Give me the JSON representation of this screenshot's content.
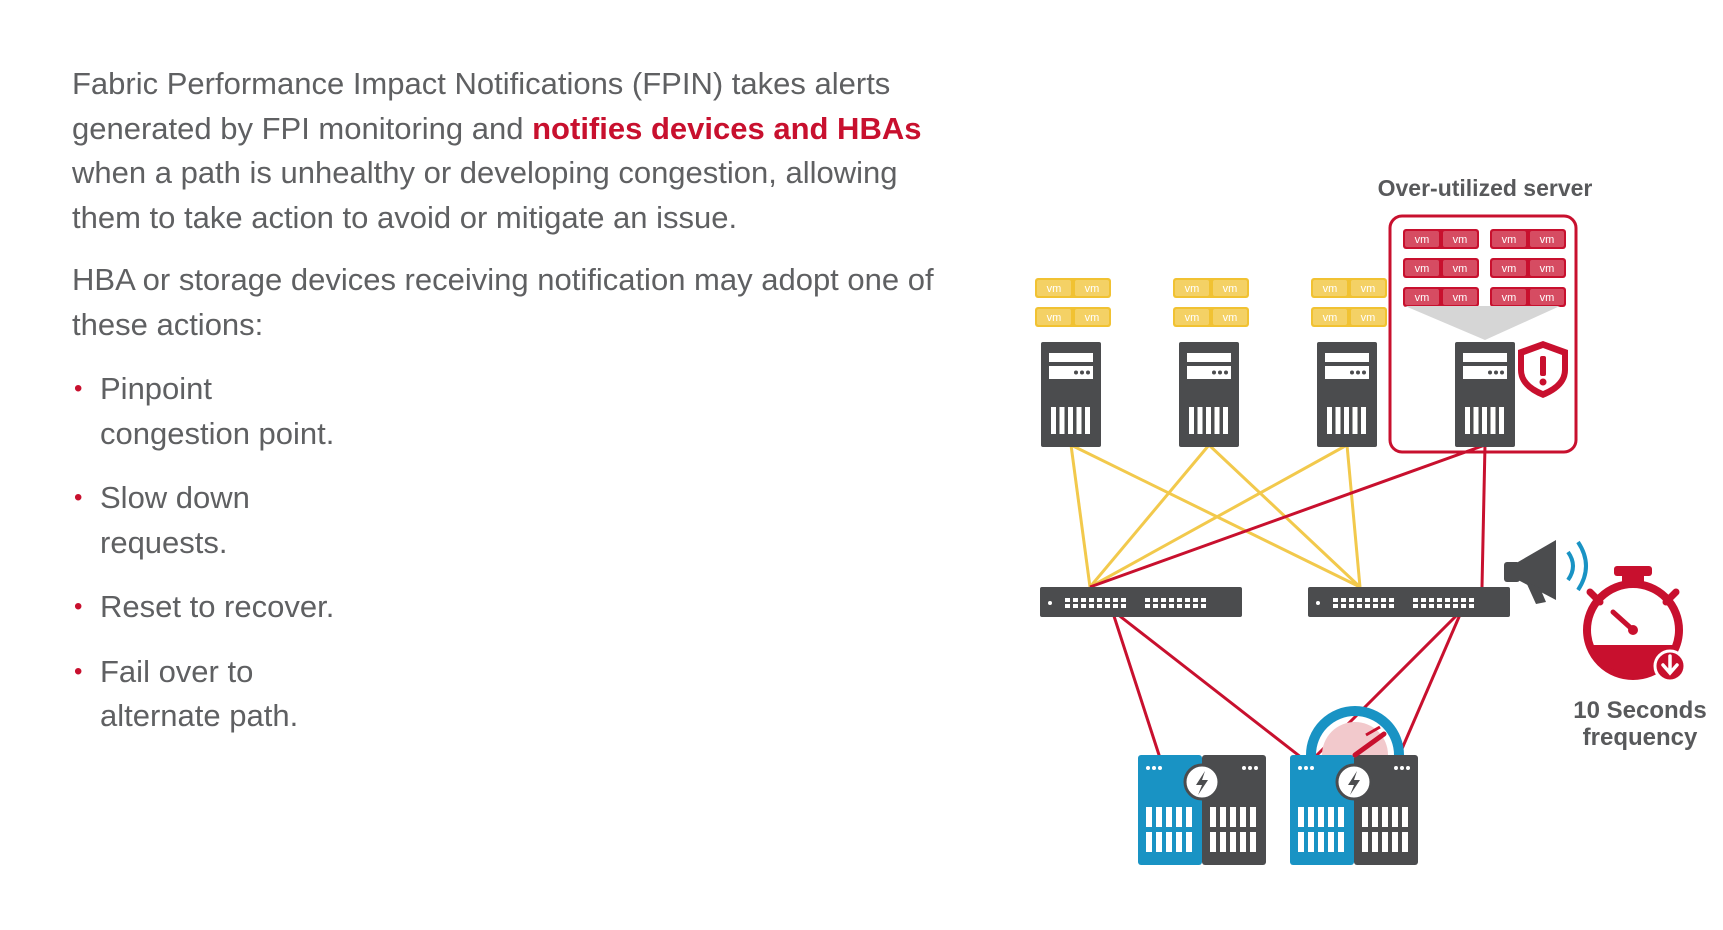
{
  "intro": {
    "part1": "Fabric Performance Impact Notifications (FPIN) takes alerts generated by FPI monitoring and ",
    "highlight": "notifies devices and HBAs",
    "part2": " when a path is unhealthy or developing congestion, allowing them to take action to avoid or mitigate an issue."
  },
  "lead": "HBA or storage devices receiving notification may adopt one of these actions:",
  "actions": [
    "Pinpoint\ncongestion point.",
    "Slow down\nrequests.",
    "Reset to recover.",
    "Fail over to\nalternate path."
  ],
  "diagram": {
    "overutilized_label": "Over-utilized server",
    "frequency_line1": "10 Seconds",
    "frequency_line2": "frequency",
    "vm_label": "vm"
  },
  "colors": {
    "accent_red": "#c8102e",
    "link_yellow": "#f2c94c",
    "vm_yellow": "#f1c232",
    "device_gray": "#4b4c4e",
    "storage_blue": "#1993c4",
    "text_gray": "#5f6062"
  }
}
